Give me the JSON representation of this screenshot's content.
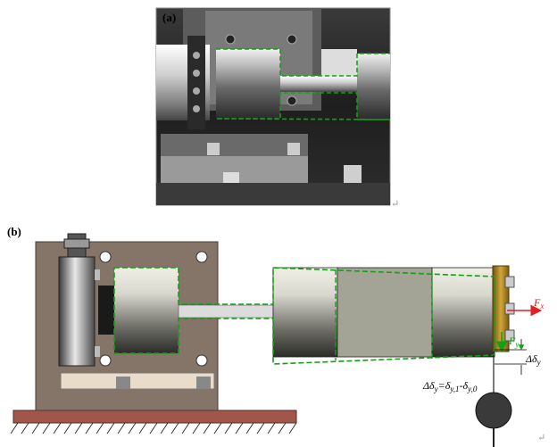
{
  "panel_a": {
    "label": "(a)"
  },
  "panel_b": {
    "label": "(b)",
    "fx_label": "F",
    "fx_sub": "x",
    "fy_label": "F",
    "fy_sub": "y",
    "delta_label": "Δδ",
    "delta_sub": "y",
    "equation": "Δδ",
    "equation_rest": "=δ",
    "equation_sub1": "y,1",
    "equation_mid": "-δ",
    "equation_sub2": "y,0"
  },
  "return_mark": "↵",
  "colors": {
    "dashed_outline": "#14a014",
    "force_x": "#e02020",
    "force_y": "#14a014",
    "frame_plate": "#857468",
    "base_plate": "#a0574a",
    "sensor_body": "#b08a2a"
  }
}
